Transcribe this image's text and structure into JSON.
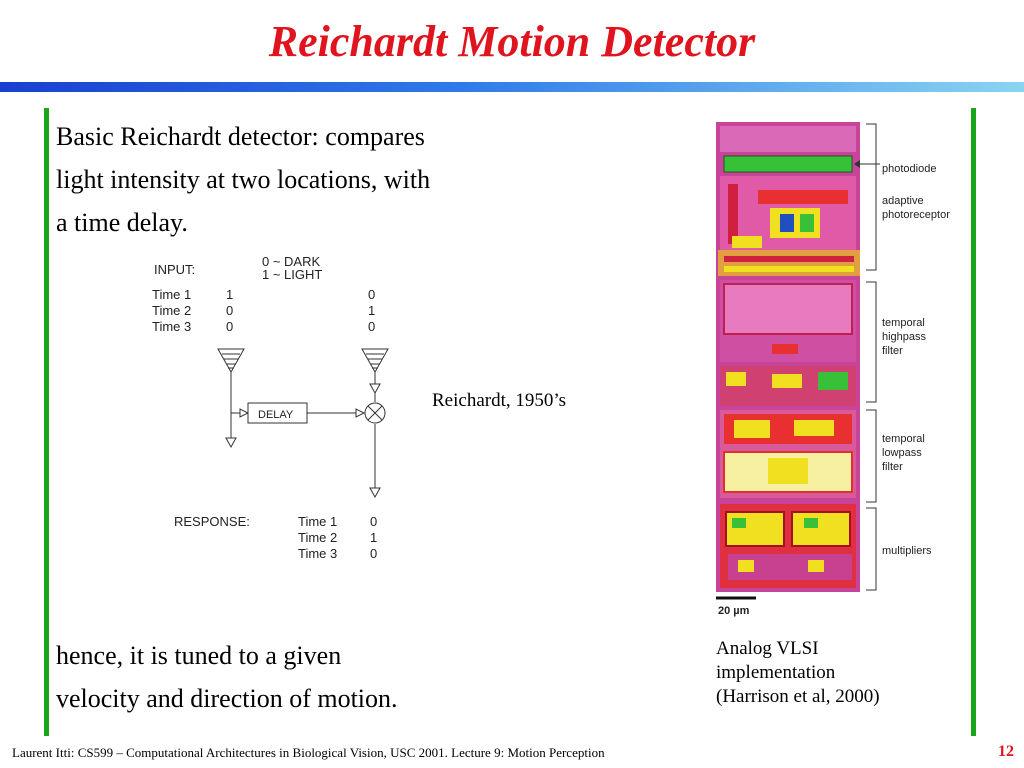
{
  "slide": {
    "title": "Reichardt Motion Detector",
    "intro_lines": [
      "Basic Reichardt detector: compares",
      "light intensity at two locations, with",
      "a time delay."
    ],
    "conclusion_lines": [
      "hence, it is tuned to a given",
      "velocity and direction of motion."
    ],
    "reichardt_caption": "Reichardt, 1950’s",
    "vlsi_caption_lines": [
      "Analog VLSI",
      "implementation",
      "(Harrison et al, 2000)"
    ],
    "footer": "Laurent Itti: CS599 – Computational Architectures in Biological Vision, USC 2001. Lecture 9: Motion Perception",
    "page_number": "12"
  },
  "diagram": {
    "input_label": "INPUT:",
    "legend_dark": "0 ~ DARK",
    "legend_light": "1 ~ LIGHT",
    "input_rows": [
      {
        "label": "Time 1",
        "left": "1",
        "right": "0"
      },
      {
        "label": "Time 2",
        "left": "0",
        "right": "1"
      },
      {
        "label": "Time 3",
        "left": "0",
        "right": "0"
      }
    ],
    "delay_label": "DELAY",
    "response_label": "RESPONSE:",
    "response_rows": [
      {
        "label": "Time 1",
        "value": "0"
      },
      {
        "label": "Time 2",
        "value": "1"
      },
      {
        "label": "Time 3",
        "value": "0"
      }
    ]
  },
  "vlsi": {
    "labels": [
      "photodiode",
      "adaptive",
      "photoreceptor",
      "temporal",
      "highpass",
      "filter",
      "temporal",
      "lowpass",
      "filter",
      "multipliers"
    ],
    "scale_label": "20 µm"
  }
}
